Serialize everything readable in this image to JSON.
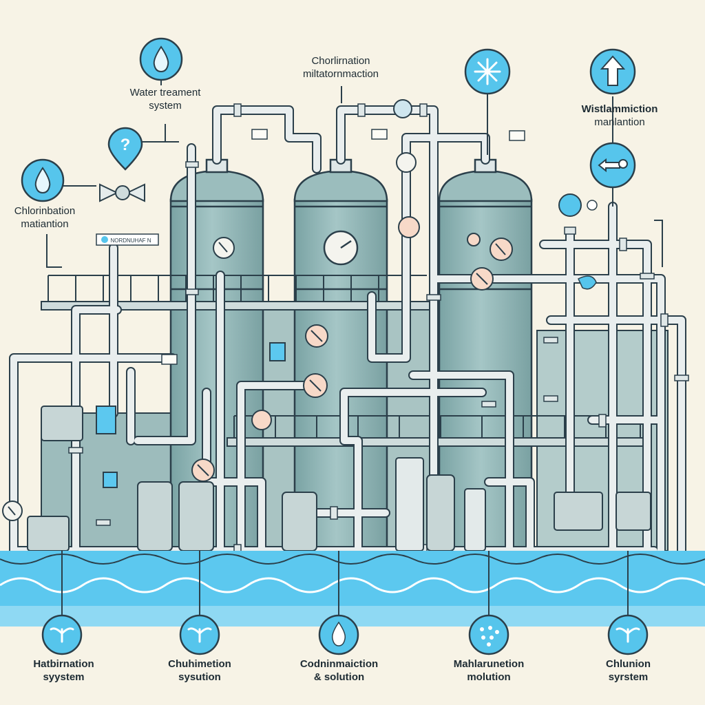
{
  "labels": {
    "water_treatment": {
      "line1": "Water treament",
      "line2": "system"
    },
    "chlorination_top": {
      "line1": "Chorlirnation",
      "line2": "miltatornmaction"
    },
    "wistlammiction": {
      "line1": "Wistlammiction",
      "line2": "manlantion"
    },
    "chlorination_left": {
      "line1": "Chlorinbation",
      "line2": "matiantion"
    },
    "hatbirnation": {
      "line1": "Hatbirnation",
      "line2": "syystem"
    },
    "chuhimetion": {
      "line1": "Chuhimetion",
      "line2": "sysution"
    },
    "codninmaiction": {
      "line1": "Codninmaiction",
      "line2": "& solution"
    },
    "mahlarunetion": {
      "line1": "Mahlarunetion",
      "line2": "molution"
    },
    "chlunion": {
      "line1": "Chlunion",
      "line2": "syrstem"
    }
  },
  "panel_sign": "NORDNUHAF N",
  "icons": {
    "water_drop_top": "water-drop-icon",
    "question_pin": "question-pin-icon",
    "water_drop_left": "water-drop-icon",
    "snowflake": "snowflake-icon",
    "arrow_up": "arrow-up-icon",
    "hand_left": "hand-pointing-icon",
    "bottom_sprout_1": "sprout-icon",
    "bottom_sprout_2": "sprout-icon",
    "bottom_drop": "water-drop-icon",
    "bottom_dots": "particles-icon",
    "bottom_sprout_3": "sprout-icon"
  },
  "colors": {
    "background": "#f7f3e6",
    "tank": "#8fb6b6",
    "pipe": "#e9eeee",
    "water": "#5cc8ef",
    "icon_fill": "#56c5ec",
    "outline": "#2b3f4a",
    "valve_accent": "#f2a58a"
  }
}
